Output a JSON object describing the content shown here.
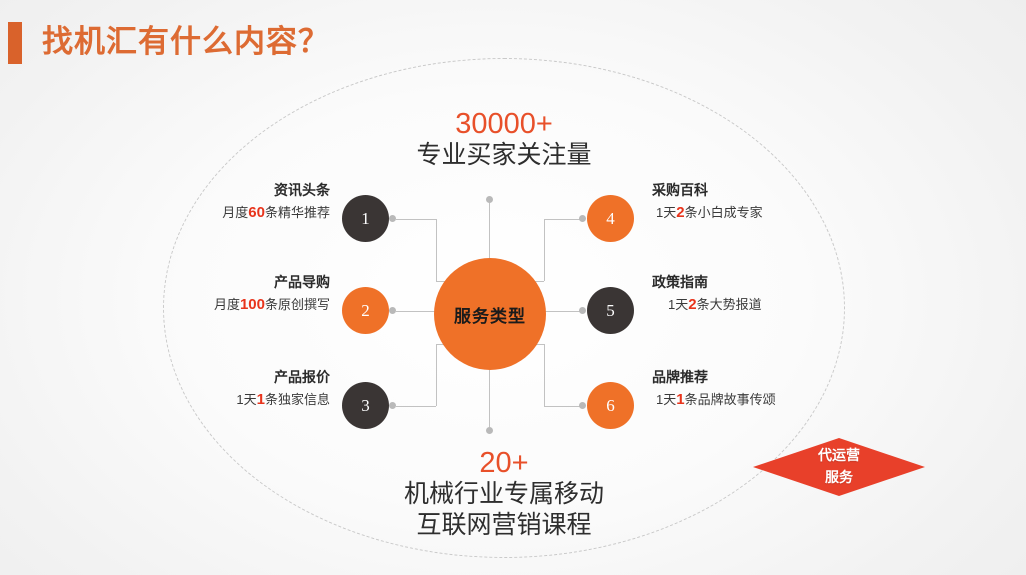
{
  "header": {
    "title": "找机汇有什么内容？",
    "accent_color": "#dd6b33"
  },
  "hub": {
    "label": "服务类型",
    "color": "#ef7128"
  },
  "callouts": {
    "top": {
      "number": "30000+",
      "caption": "专业买家关注量"
    },
    "bottom": {
      "number": "20+",
      "caption_line1": "机械行业专属移动",
      "caption_line2": "互联网营销课程"
    }
  },
  "nodes": [
    {
      "index": "1",
      "style": "dark",
      "side": "left",
      "title": "资讯头条",
      "sub_pre": "月度",
      "sub_num": "60",
      "sub_post": "条精华推荐"
    },
    {
      "index": "2",
      "style": "orange",
      "side": "left",
      "title": "产品导购",
      "sub_pre": "月度",
      "sub_num": "100",
      "sub_post": "条原创撰写"
    },
    {
      "index": "3",
      "style": "dark",
      "side": "left",
      "title": "产品报价",
      "sub_pre": "1天",
      "sub_num": "1",
      "sub_post": "条独家信息"
    },
    {
      "index": "4",
      "style": "orange",
      "side": "right",
      "title": "采购百科",
      "sub_pre": "1天",
      "sub_num": "2",
      "sub_post": "条小白成专家"
    },
    {
      "index": "5",
      "style": "dark",
      "side": "right",
      "title": "政策指南",
      "sub_pre": "1天",
      "sub_num": "2",
      "sub_post": "条大势报道"
    },
    {
      "index": "6",
      "style": "orange",
      "side": "right",
      "title": "品牌推荐",
      "sub_pre": "1天",
      "sub_num": "1",
      "sub_post": "条品牌故事传颂"
    }
  ],
  "ribbon": {
    "line1": "代运营",
    "line2": "服务",
    "color": "#e8402a"
  }
}
